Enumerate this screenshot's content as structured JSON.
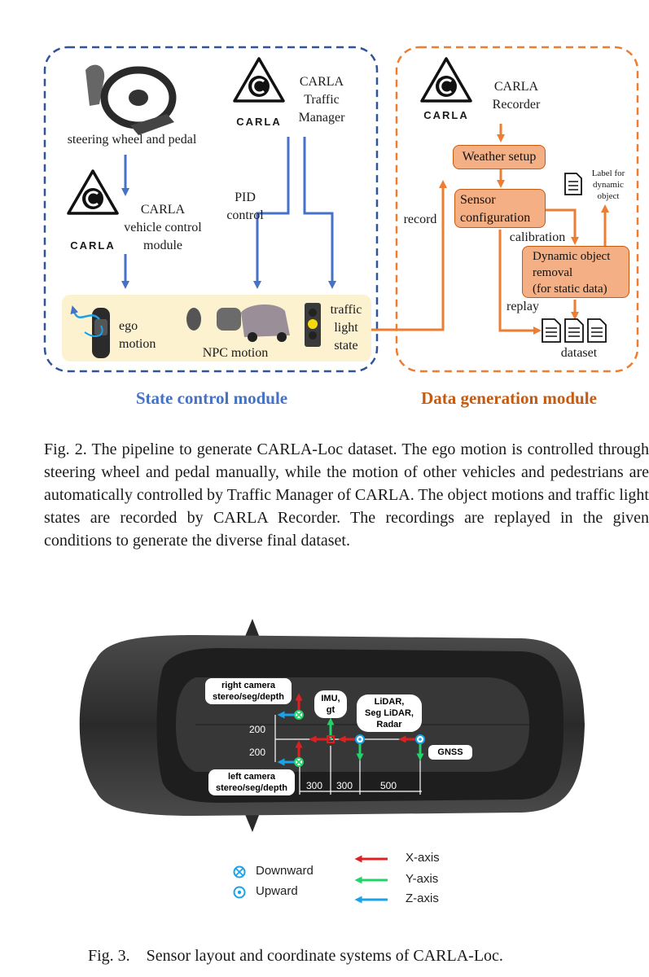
{
  "fig2": {
    "state_module": {
      "title": "State control module",
      "steering_label": "steering wheel and pedal",
      "vehicle_control_label": [
        "CARLA",
        "vehicle control",
        "module"
      ],
      "traffic_manager_label": [
        "CARLA",
        "Traffic",
        "Manager"
      ],
      "pid_label": [
        "PID",
        "control"
      ],
      "ego_label": [
        "ego",
        "motion"
      ],
      "npc_label": "NPC motion",
      "traffic_light_label": [
        "traffic",
        "light",
        "state"
      ]
    },
    "data_module": {
      "title": "Data generation module",
      "recorder_label": [
        "CARLA",
        "Recorder"
      ],
      "weather_label": "Weather setup",
      "sensor_label": [
        "Sensor",
        "configuration"
      ],
      "label_doc": [
        "Label for",
        "dynamic",
        "object"
      ],
      "removal_label": [
        "Dynamic object",
        "removal",
        "(for static data)"
      ],
      "calibration_label": "calibration",
      "replay_label": "replay",
      "dataset_label": "dataset",
      "record_label": "record"
    },
    "logo_text": "CARLA",
    "caption": "Fig. 2.    The pipeline to generate CARLA-Loc dataset. The ego motion is controlled through steering wheel and pedal manually, while the motion of other vehicles and pedestrians are automatically controlled by Traffic Manager of CARLA. The object motions and traffic light states are recorded by CARLA Recorder. The recordings are replayed in the given conditions to generate the diverse final dataset."
  },
  "fig3": {
    "callouts": {
      "right_camera": [
        "right camera",
        "stereo/seg/depth"
      ],
      "left_camera": [
        "left camera",
        "stereo/seg/depth"
      ],
      "imu": [
        "IMU,",
        "gt"
      ],
      "lidar": [
        "LiDAR,",
        "Seg LiDAR,",
        "Radar"
      ],
      "gnss": "GNSS"
    },
    "dimensions": {
      "vertical": [
        "200",
        "200"
      ],
      "horizontal": [
        "300",
        "300",
        "500"
      ]
    },
    "legend": {
      "downward": "Downward",
      "upward": "Upward",
      "x_axis": "X-axis",
      "y_axis": "Y-axis",
      "z_axis": "Z-axis"
    },
    "caption": "Fig. 3.    Sensor layout and coordinate systems of CARLA-Loc."
  },
  "colors": {
    "blue_module": "#2f5597",
    "orange_module": "#c55a11",
    "flow_blue": "#4472c4",
    "flow_orange": "#ed7d31",
    "box_orange": "#f4b084",
    "highlight_yellow": "#fdf2d0",
    "x_axis": "#e02020",
    "y_axis": "#22d36a",
    "z_axis": "#1aa3e8"
  }
}
